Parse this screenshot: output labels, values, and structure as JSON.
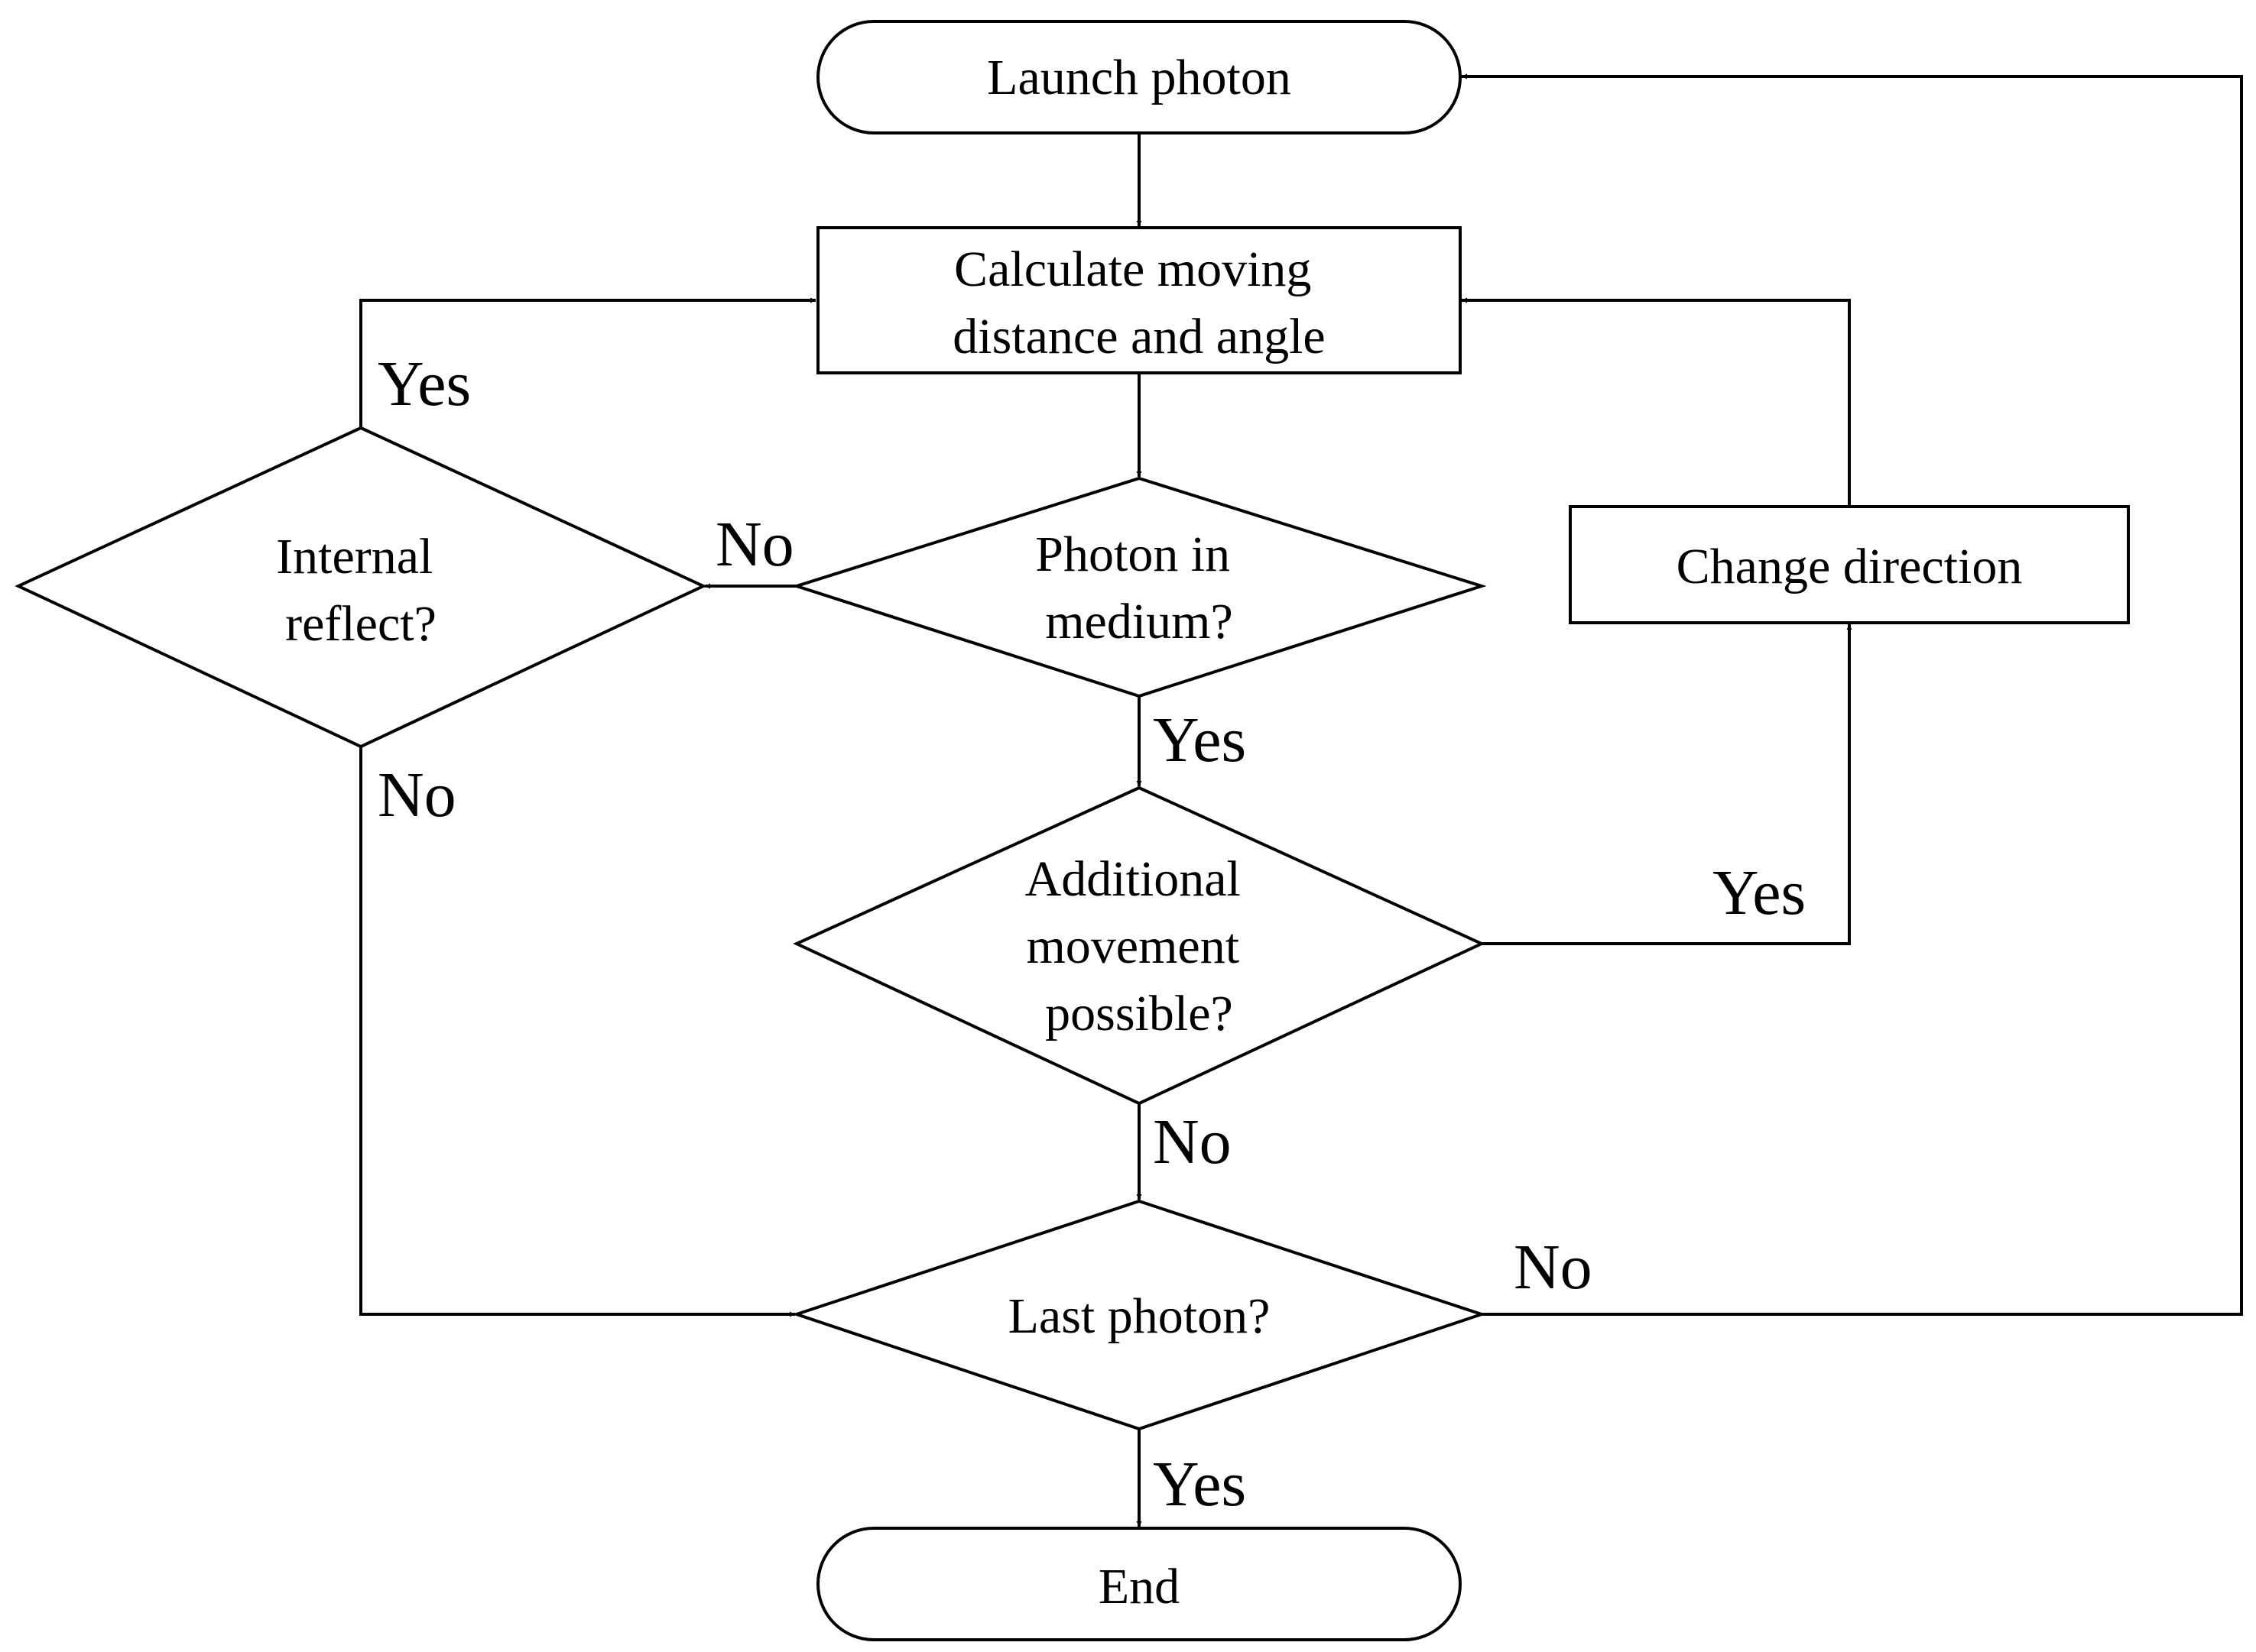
{
  "nodes": {
    "launch": {
      "shape": "terminator",
      "lines": [
        "Launch photon"
      ]
    },
    "calculate": {
      "shape": "process",
      "lines": [
        "Calculate moving",
        "distance and angle"
      ]
    },
    "in_medium": {
      "shape": "decision",
      "lines": [
        "Photon in",
        "medium?"
      ]
    },
    "internal_reflect": {
      "shape": "decision",
      "lines": [
        "Internal",
        "reflect?"
      ]
    },
    "change_direction": {
      "shape": "process",
      "lines": [
        "Change direction"
      ]
    },
    "additional": {
      "shape": "decision",
      "lines": [
        "Additional",
        "movement",
        "possible?"
      ]
    },
    "last_photon": {
      "shape": "decision",
      "lines": [
        "Last photon?"
      ]
    },
    "end": {
      "shape": "terminator",
      "lines": [
        "End"
      ]
    }
  },
  "edges": [
    {
      "from": "launch",
      "to": "calculate",
      "label": ""
    },
    {
      "from": "calculate",
      "to": "in_medium",
      "label": ""
    },
    {
      "from": "in_medium",
      "to": "internal_reflect",
      "label": "No"
    },
    {
      "from": "internal_reflect",
      "to": "calculate",
      "label": "Yes"
    },
    {
      "from": "internal_reflect",
      "to": "last_photon",
      "label": "No"
    },
    {
      "from": "in_medium",
      "to": "additional",
      "label": "Yes"
    },
    {
      "from": "additional",
      "to": "change_direction",
      "label": "Yes"
    },
    {
      "from": "change_direction",
      "to": "calculate",
      "label": ""
    },
    {
      "from": "additional",
      "to": "last_photon",
      "label": "No"
    },
    {
      "from": "last_photon",
      "to": "launch",
      "label": "No"
    },
    {
      "from": "last_photon",
      "to": "end",
      "label": "Yes"
    }
  ]
}
